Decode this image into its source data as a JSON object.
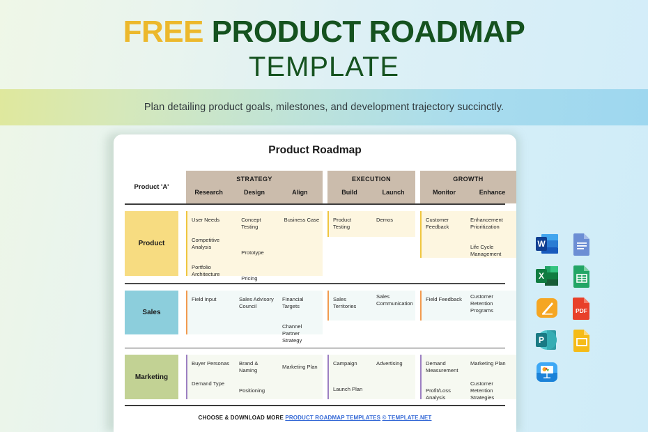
{
  "banner": {
    "title_free": "FREE",
    "title_rest": " PRODUCT ROADMAP",
    "title_line2": "TEMPLATE",
    "subtitle": "Plan detailing product goals, milestones, and development trajectory succinctly.",
    "colors": {
      "free": "#ECB82C",
      "green": "#15521F"
    }
  },
  "document": {
    "title": "Product Roadmap",
    "header": {
      "row_label": "Product 'A'",
      "sections": [
        {
          "name": "STRATEGY",
          "columns": [
            "Research",
            "Design",
            "Align"
          ]
        },
        {
          "name": "EXECUTION",
          "columns": [
            "Build",
            "Launch"
          ]
        },
        {
          "name": "GROWTH",
          "columns": [
            "Monitor",
            "Enhance"
          ]
        }
      ],
      "bg_color": "#CBBCAC"
    },
    "rows": [
      {
        "label": "Product",
        "label_color": "#F7DC81",
        "accent_color": "#EFC63F",
        "cell_bg": "#FDF6E0",
        "blocks": [
          {
            "section": "STRATEGY",
            "columns": [
              [
                "User Needs",
                "Competitive Analysis",
                "Portfolio Architecture"
              ],
              [
                "Concept Testing",
                "Prototype",
                "Pricing"
              ],
              [
                "Business Case"
              ]
            ]
          },
          {
            "section": "EXECUTION",
            "columns": [
              [
                "Product Testing"
              ],
              [
                "Demos"
              ]
            ]
          },
          {
            "section": "GROWTH",
            "columns": [
              [
                "Customer Feedback"
              ],
              [
                "Enhancement Prioritization",
                "Life Cycle Management"
              ]
            ]
          }
        ]
      },
      {
        "label": "Sales",
        "label_color": "#8CCEDC",
        "accent_color": "#F29A4E",
        "cell_bg": "#F2F9F8",
        "blocks": [
          {
            "section": "STRATEGY",
            "columns": [
              [
                "Field Input"
              ],
              [
                "Sales Advisory Council"
              ],
              [
                "Financial Targets",
                "Channel Partner Strategy"
              ]
            ]
          },
          {
            "section": "EXECUTION",
            "columns": [
              [
                "Sales Territories"
              ],
              [
                "Sales Communication"
              ]
            ]
          },
          {
            "section": "GROWTH",
            "columns": [
              [
                "Field Feedback"
              ],
              [
                "Customer Retention Programs"
              ]
            ]
          }
        ]
      },
      {
        "label": "Marketing",
        "label_color": "#C2D294",
        "accent_color": "#9C7FC2",
        "cell_bg": "#F6F9F1",
        "blocks": [
          {
            "section": "STRATEGY",
            "columns": [
              [
                "Buyer Personas",
                "Demand Type"
              ],
              [
                "Brand & Naming",
                "Positioning"
              ],
              [
                "Marketing Plan"
              ]
            ]
          },
          {
            "section": "EXECUTION",
            "columns": [
              [
                "Campaign",
                "Launch Plan"
              ],
              [
                "Advertising"
              ]
            ]
          },
          {
            "section": "GROWTH",
            "columns": [
              [
                "Demand Measurement",
                "Profit/Loss Analysis"
              ],
              [
                "Marketing Plan",
                "Customer Retention Strategies"
              ]
            ]
          }
        ]
      }
    ],
    "footer": {
      "prefix": "CHOOSE & DOWNLOAD MORE ",
      "link": "PRODUCT ROADMAP TEMPLATES",
      "copyright": "© TEMPLATE.NET",
      "link_color": "#3468D6"
    }
  },
  "app_icons": [
    {
      "name": "microsoft-word-icon",
      "label": "W"
    },
    {
      "name": "google-docs-icon",
      "label": ""
    },
    {
      "name": "microsoft-excel-icon",
      "label": "X"
    },
    {
      "name": "google-sheets-icon",
      "label": ""
    },
    {
      "name": "apple-pages-icon",
      "label": ""
    },
    {
      "name": "pdf-icon",
      "label": "PDF"
    },
    {
      "name": "microsoft-powerpoint-icon",
      "label": "P"
    },
    {
      "name": "google-slides-icon",
      "label": ""
    },
    {
      "name": "apple-keynote-icon",
      "label": ""
    }
  ]
}
